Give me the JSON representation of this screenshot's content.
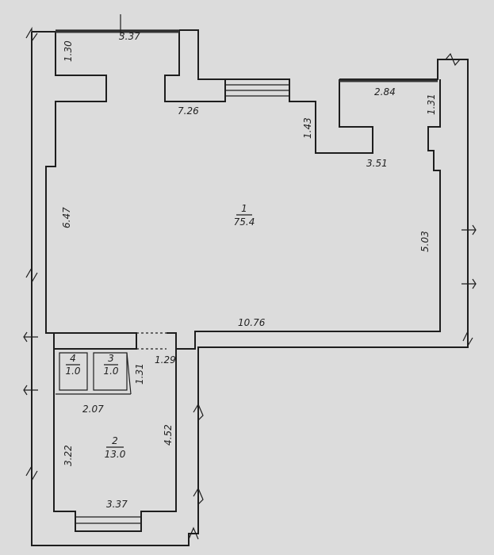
{
  "rooms": [
    {
      "number": "1",
      "area": "75.4"
    },
    {
      "number": "2",
      "area": "13.0"
    },
    {
      "number": "3",
      "area": "1.0"
    },
    {
      "number": "4",
      "area": "1.0"
    }
  ],
  "dimensions": {
    "top_left_width": "3.37",
    "left_top_height": "1.30",
    "inner_top_width": "7.26",
    "top_right_width": "2.84",
    "right_top_height": "1.31",
    "notch_height": "1.43",
    "notch_width": "3.51",
    "room1_left_height": "6.47",
    "room1_right_height": "5.03",
    "room1_bottom_width": "10.76",
    "corridor_width": "1.29",
    "wc_height": "1.31",
    "wc_width": "2.07",
    "room2_left_height": "3.22",
    "room2_right_height": "4.52",
    "room2_bottom_width": "3.37"
  }
}
